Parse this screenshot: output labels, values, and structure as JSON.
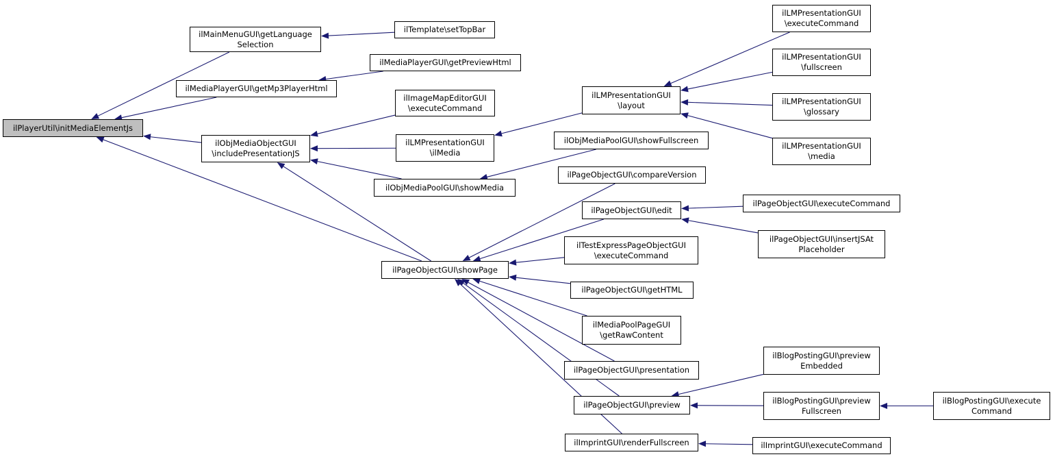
{
  "colors": {
    "edge": "#191970",
    "root_fill": "#bfbfbf",
    "node_fill": "#ffffff",
    "border": "#000000"
  },
  "nodes": {
    "n0": {
      "lines": [
        "ilPlayerUtil\\initMediaElementJs"
      ]
    },
    "n1": {
      "lines": [
        "ilMainMenuGUI\\getLanguage",
        "Selection"
      ]
    },
    "n2": {
      "lines": [
        "ilTemplate\\setTopBar"
      ]
    },
    "n3": {
      "lines": [
        "ilMediaPlayerGUI\\getMp3PlayerHtml"
      ]
    },
    "n4": {
      "lines": [
        "ilMediaPlayerGUI\\getPreviewHtml"
      ]
    },
    "n5": {
      "lines": [
        "ilObjMediaObjectGUI",
        "\\includePresentationJS"
      ]
    },
    "n6": {
      "lines": [
        "ilImageMapEditorGUI",
        "\\executeCommand"
      ]
    },
    "n7": {
      "lines": [
        "ilLMPresentationGUI",
        "\\ilMedia"
      ]
    },
    "n8": {
      "lines": [
        "ilObjMediaPoolGUI\\showMedia"
      ]
    },
    "n9": {
      "lines": [
        "ilLMPresentationGUI",
        "\\layout"
      ]
    },
    "n10": {
      "lines": [
        "ilObjMediaPoolGUI\\showFullscreen"
      ]
    },
    "n11": {
      "lines": [
        "ilLMPresentationGUI",
        "\\executeCommand"
      ]
    },
    "n12": {
      "lines": [
        "ilLMPresentationGUI",
        "\\fullscreen"
      ]
    },
    "n13": {
      "lines": [
        "ilLMPresentationGUI",
        "\\glossary"
      ]
    },
    "n14": {
      "lines": [
        "ilLMPresentationGUI",
        "\\media"
      ]
    },
    "n15": {
      "lines": [
        "ilPageObjectGUI\\showPage"
      ]
    },
    "n16": {
      "lines": [
        "ilPageObjectGUI\\compareVersion"
      ]
    },
    "n17": {
      "lines": [
        "ilPageObjectGUI\\edit"
      ]
    },
    "n18": {
      "lines": [
        "ilPageObjectGUI\\executeCommand"
      ]
    },
    "n19": {
      "lines": [
        "ilPageObjectGUI\\insertJSAt",
        "Placeholder"
      ]
    },
    "n20": {
      "lines": [
        "ilTestExpressPageObjectGUI",
        "\\executeCommand"
      ]
    },
    "n21": {
      "lines": [
        "ilPageObjectGUI\\getHTML"
      ]
    },
    "n22": {
      "lines": [
        "ilMediaPoolPageGUI",
        "\\getRawContent"
      ]
    },
    "n23": {
      "lines": [
        "ilPageObjectGUI\\presentation"
      ]
    },
    "n24": {
      "lines": [
        "ilPageObjectGUI\\preview"
      ]
    },
    "n25": {
      "lines": [
        "ilBlogPostingGUI\\preview",
        "Embedded"
      ]
    },
    "n26": {
      "lines": [
        "ilBlogPostingGUI\\preview",
        "Fullscreen"
      ]
    },
    "n27": {
      "lines": [
        "ilBlogPostingGUI\\execute",
        "Command"
      ]
    },
    "n28": {
      "lines": [
        "ilImprintGUI\\renderFullscreen"
      ]
    },
    "n29": {
      "lines": [
        "ilImprintGUI\\executeCommand"
      ]
    }
  },
  "edges": [
    [
      "n1",
      "n0"
    ],
    [
      "n3",
      "n0"
    ],
    [
      "n5",
      "n0"
    ],
    [
      "n15",
      "n0"
    ],
    [
      "n2",
      "n1"
    ],
    [
      "n4",
      "n3"
    ],
    [
      "n6",
      "n5"
    ],
    [
      "n7",
      "n5"
    ],
    [
      "n8",
      "n5"
    ],
    [
      "n15",
      "n5"
    ],
    [
      "n9",
      "n7"
    ],
    [
      "n10",
      "n8"
    ],
    [
      "n11",
      "n9"
    ],
    [
      "n12",
      "n9"
    ],
    [
      "n13",
      "n9"
    ],
    [
      "n14",
      "n9"
    ],
    [
      "n16",
      "n15"
    ],
    [
      "n17",
      "n15"
    ],
    [
      "n20",
      "n15"
    ],
    [
      "n21",
      "n15"
    ],
    [
      "n22",
      "n15"
    ],
    [
      "n23",
      "n15"
    ],
    [
      "n24",
      "n15"
    ],
    [
      "n28",
      "n15"
    ],
    [
      "n18",
      "n17"
    ],
    [
      "n19",
      "n17"
    ],
    [
      "n25",
      "n24"
    ],
    [
      "n26",
      "n24"
    ],
    [
      "n27",
      "n26"
    ],
    [
      "n29",
      "n28"
    ]
  ]
}
